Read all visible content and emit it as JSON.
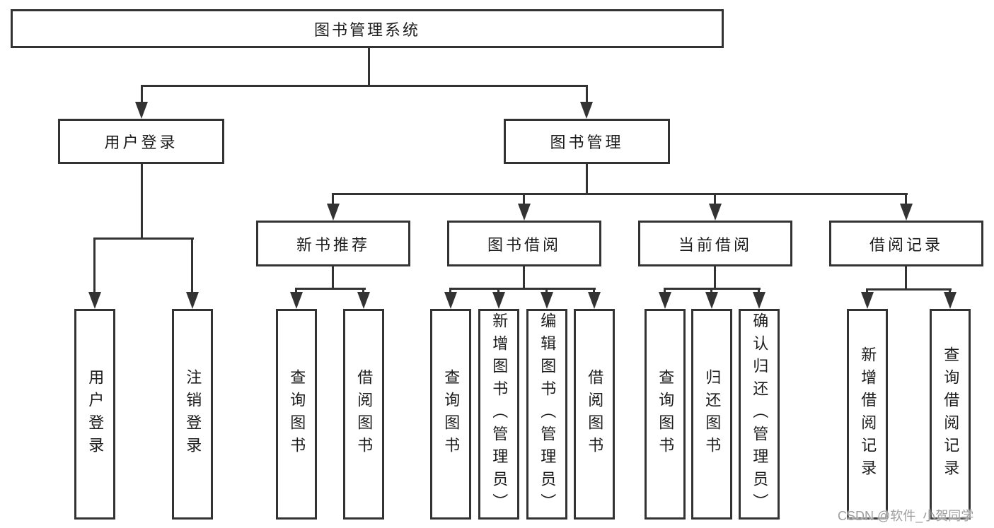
{
  "tree": {
    "label": "图书管理系统",
    "children": [
      {
        "label": "用户登录",
        "children": [
          {
            "label": "用户登录"
          },
          {
            "label": "注销登录"
          }
        ]
      },
      {
        "label": "图书管理",
        "children": [
          {
            "label": "新书推荐",
            "children": [
              {
                "label": "查询图书"
              },
              {
                "label": "借阅图书"
              }
            ]
          },
          {
            "label": "图书借阅",
            "children": [
              {
                "label": "查询图书"
              },
              {
                "label": "新增图书（管理员）"
              },
              {
                "label": "编辑图书（管理员）"
              },
              {
                "label": "借阅图书"
              }
            ]
          },
          {
            "label": "当前借阅",
            "children": [
              {
                "label": "查询图书"
              },
              {
                "label": "归还图书"
              },
              {
                "label": "确认归还（管理员）"
              }
            ]
          },
          {
            "label": "借阅记录",
            "children": [
              {
                "label": "新增借阅记录"
              },
              {
                "label": "查询借阅记录"
              }
            ]
          }
        ]
      }
    ]
  },
  "watermark": {
    "text": "CSDN @软件_小贺同学"
  },
  "colors": {
    "line": "#333333",
    "text": "#1c1c1c",
    "background": "#ffffff",
    "watermark": "#9e9e9e"
  }
}
